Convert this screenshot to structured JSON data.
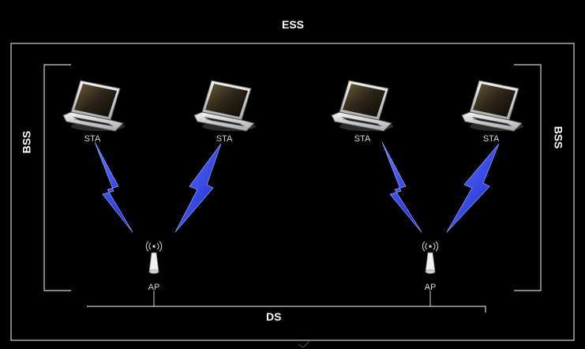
{
  "diagram": {
    "ess_label": "ESS",
    "ds_label": "DS",
    "bss_left_label": "BSS",
    "bss_right_label": "BSS",
    "stations": [
      {
        "label": "STA"
      },
      {
        "label": "STA"
      },
      {
        "label": "STA"
      },
      {
        "label": "STA"
      }
    ],
    "access_points": [
      {
        "label": "AP"
      },
      {
        "label": "AP"
      }
    ],
    "colors": {
      "background": "#000000",
      "lines": "#d0d0d0",
      "wireless_link": "#2233ee"
    },
    "icons": [
      "laptop-icon",
      "access-point-icon",
      "lightning-link-icon"
    ]
  }
}
